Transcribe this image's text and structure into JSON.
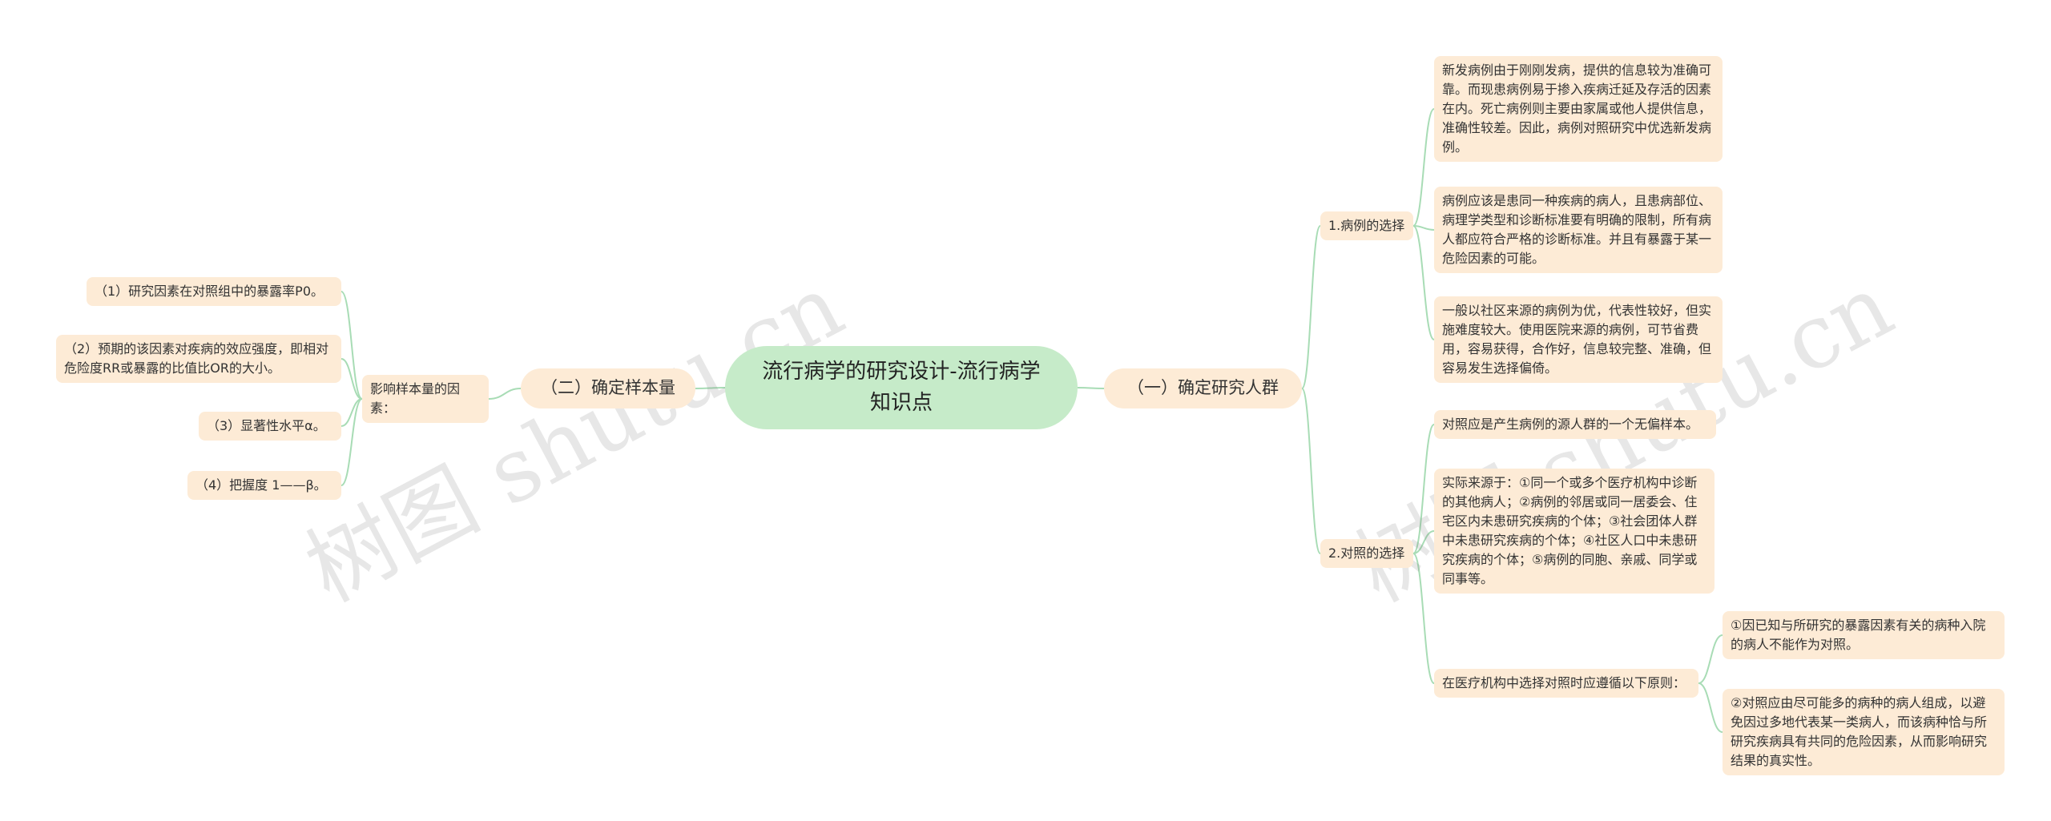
{
  "root": {
    "title": "流行病学的研究设计-流行病学知识点"
  },
  "right": {
    "title": "（一）确定研究人群",
    "case_selection": {
      "label": "1.病例的选择",
      "items": [
        "新发病例由于刚刚发病，提供的信息较为准确可靠。而现患病例易于掺入疾病迁延及存活的因素在内。死亡病例则主要由家属或他人提供信息，准确性较差。因此，病例对照研究中优选新发病例。",
        "病例应该是患同一种疾病的病人，且患病部位、病理学类型和诊断标准要有明确的限制，所有病人都应符合严格的诊断标准。并且有暴露于某一危险因素的可能。",
        "一般以社区来源的病例为优，代表性较好，但实施难度较大。使用医院来源的病例，可节省费用，容易获得，合作好，信息较完整、准确，但容易发生选择偏倚。"
      ]
    },
    "control_selection": {
      "label": "2.对照的选择",
      "items": [
        "对照应是产生病例的源人群的一个无偏样本。",
        "实际来源于：①同一个或多个医疗机构中诊断的其他病人；②病例的邻居或同一居委会、住宅区内未患研究疾病的个体；③社会团体人群中未患研究疾病的个体；④社区人口中未患研究疾病的个体；⑤病例的同胞、亲戚、同学或同事等。"
      ],
      "principle": {
        "label": "在医疗机构中选择对照时应遵循以下原则：",
        "items": [
          "①因已知与所研究的暴露因素有关的病种入院的病人不能作为对照。",
          "②对照应由尽可能多的病种的病人组成，以避免因过多地代表某一类病人，而该病种恰与所研究疾病具有共同的危险因素，从而影响研究结果的真实性。"
        ]
      }
    }
  },
  "left": {
    "title": "（二）确定样本量",
    "factors": {
      "label": "影响样本量的因素：",
      "items": [
        "（1）研究因素在对照组中的暴露率P0。",
        "（2）预期的该因素对疾病的效应强度，即相对危险度RR或暴露的比值比OR的大小。",
        "（3）显著性水平α。",
        "（4）把握度 1——β。"
      ]
    }
  },
  "watermark": {
    "text": "树图 shutu.cn"
  },
  "colors": {
    "line": "#a8dcb5",
    "node": "#fdebd6",
    "root": "#c6ebc9"
  }
}
